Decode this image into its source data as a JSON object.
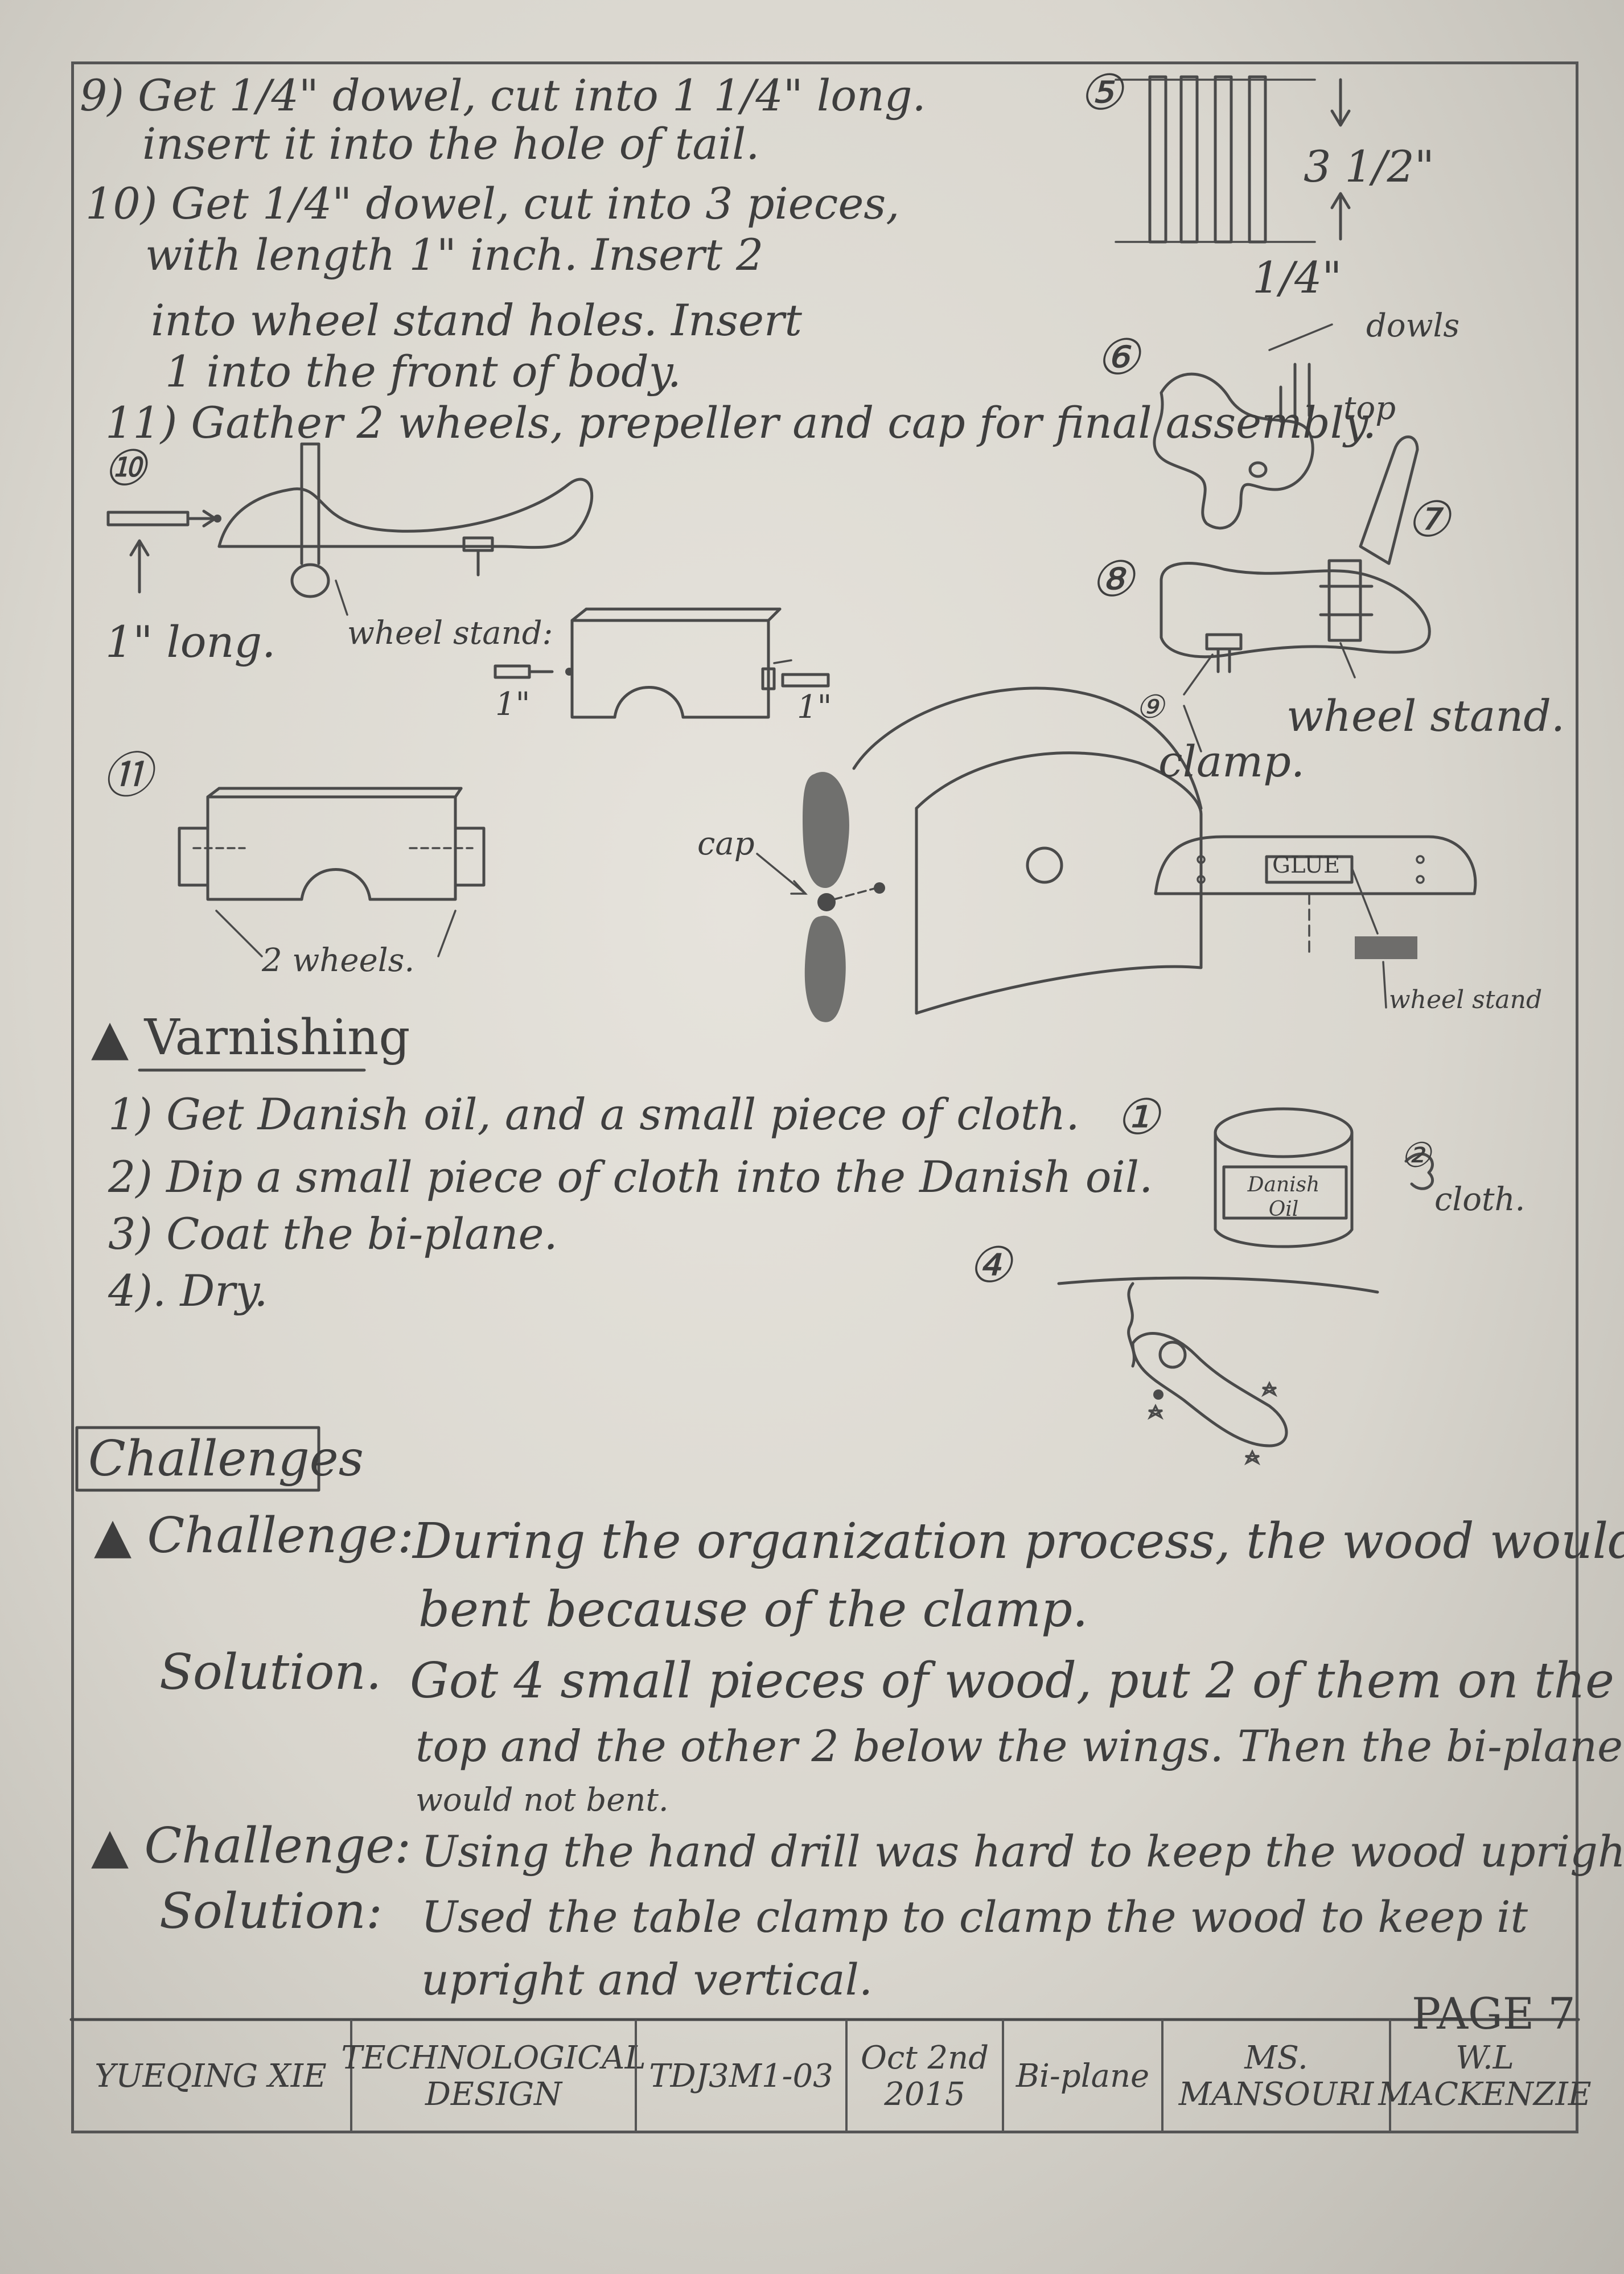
{
  "steps": {
    "s9_a": "9) Get 1/4\" dowel, cut into 1 1/4\" long.",
    "s9_b": "insert it into the hole of tail.",
    "s10_a": "10) Get 1/4\" dowel, cut into 3 pieces,",
    "s10_b": "with length 1\" inch. Insert 2",
    "s10_c": "into wheel stand holes. Insert",
    "s10_d": "1 into the front of body.",
    "s11": "11) Gather 2 wheels, prepeller and cap for final assembly."
  },
  "diagrams": {
    "num5": "⑤",
    "dim_3half": "3 1/2\"",
    "dim_quarter": "1/4\"",
    "num6": "⑥",
    "dowels": "dowls",
    "top": "top",
    "num7": "⑦",
    "num8": "⑧",
    "num9": "⑨",
    "wheel_stand_8": "wheel stand.",
    "clamp": "clamp.",
    "glue": "GLUE",
    "wheel_stand_glue": "wheel stand",
    "num10": "⑩",
    "one_long": "1\" long.",
    "wheel_stand_10": "wheel stand:",
    "one_in_a": "1\"",
    "one_in_b": "1\"",
    "num11": "⑪",
    "two_wheels": "2 wheels.",
    "cap": "cap",
    "num1": "①",
    "danish_oil_label": "Danish Oil",
    "num2": "②",
    "cloth": "cloth.",
    "num4": "④"
  },
  "varnishing": {
    "heading": "▲ Varnishing",
    "items": [
      "1) Get Danish oil, and a small piece of cloth.",
      "2) Dip a small piece of cloth into the Danish oil.",
      "3) Coat the bi-plane.",
      "4). Dry."
    ]
  },
  "challenges": {
    "heading": "Challenges",
    "c1_label": "▲ Challenge:",
    "c1_a": "During the organization process, the wood would",
    "c1_b": "bent because of the clamp.",
    "s1_label": "Solution.",
    "s1_a": "Got 4 small pieces of wood, put 2 of them on the",
    "s1_b": "top and the other 2 below the wings. Then the bi-plane",
    "s1_c": "would not bent.",
    "c2_label": "▲ Challenge:",
    "c2_a": "Using the hand drill was hard to keep the wood upright",
    "s2_label": "Solution:",
    "s2_a": "Used the table clamp to clamp the wood to keep it",
    "s2_b": "upright and vertical."
  },
  "page_label": "PAGE 7",
  "title_block": {
    "name": "YUEQING XIE",
    "course": "TECHNOLOGICAL DESIGN",
    "code": "TDJ3M1-03",
    "date": "Oct 2nd 2015",
    "project": "Bi-plane",
    "teacher": "MS. MANSOURI",
    "school": "W.L MACKENZIE"
  }
}
